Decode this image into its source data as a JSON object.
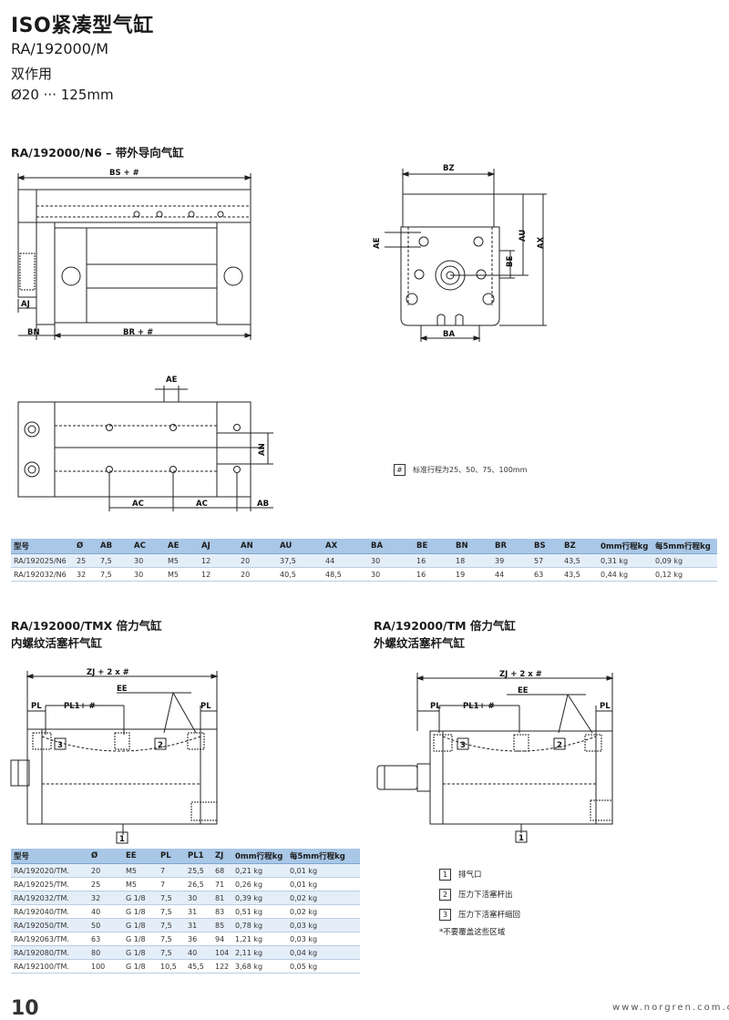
{
  "header": {
    "title": "ISO紧凑型气缸",
    "model": "RA/192000/M",
    "action": "双作用",
    "bore_range": "Ø20 ··· 125mm"
  },
  "section1": {
    "heading": "RA/192000/N6 – 带外导向气缸",
    "dims": {
      "bs": "BS + #",
      "br": "BR + #",
      "aj": "AJ",
      "bn": "BN",
      "bz": "BZ",
      "ae_side": "AE",
      "be": "BE",
      "au": "AU",
      "ax": "AX",
      "ba": "BA",
      "ae_top": "AE",
      "an": "AN",
      "ac1": "AC",
      "ac2": "AC",
      "ab": "AB"
    },
    "note_symbol": "#",
    "note_text": "标准行程为25、50、75、100mm",
    "table": {
      "headers": [
        "型号",
        "Ø",
        "AB",
        "AC",
        "AE",
        "AJ",
        "AN",
        "AU",
        "AX",
        "BA",
        "BE",
        "BN",
        "BR",
        "BS",
        "BZ",
        "0mm行程kg",
        "每5mm行程kg"
      ],
      "rows": [
        [
          "RA/192025/N6",
          "25",
          "7,5",
          "30",
          "M5",
          "12",
          "20",
          "37,5",
          "44",
          "30",
          "16",
          "18",
          "39",
          "57",
          "43,5",
          "0,31 kg",
          "0,09 kg"
        ],
        [
          "RA/192032/N6",
          "32",
          "7,5",
          "30",
          "M5",
          "12",
          "20",
          "40,5",
          "48,5",
          "30",
          "16",
          "19",
          "44",
          "63",
          "43,5",
          "0,44 kg",
          "0,12 kg"
        ]
      ]
    }
  },
  "section2": {
    "heading_line1": "RA/192000/TMX 倍力气缸",
    "heading_line2": "内螺纹活塞杆气缸",
    "dims": {
      "zj": "ZJ + 2 x #",
      "ee": "EE",
      "pl_left": "PL",
      "pl1": "PL1+ #",
      "pl_right": "PL",
      "n3": "3",
      "n2": "2",
      "n1": "1"
    },
    "table": {
      "headers": [
        "型号",
        "Ø",
        "EE",
        "PL",
        "PL1",
        "ZJ",
        "0mm行程kg",
        "每5mm行程kg"
      ],
      "rows": [
        [
          "RA/192020/TM.",
          "20",
          "M5",
          "7",
          "25,5",
          "68",
          "0,21 kg",
          "0,01 kg"
        ],
        [
          "RA/192025/TM.",
          "25",
          "M5",
          "7",
          "26,5",
          "71",
          "0,26 kg",
          "0,01 kg"
        ],
        [
          "RA/192032/TM.",
          "32",
          "G 1/8",
          "7,5",
          "30",
          "81",
          "0,39 kg",
          "0,02 kg"
        ],
        [
          "RA/192040/TM.",
          "40",
          "G 1/8",
          "7,5",
          "31",
          "83",
          "0,51 kg",
          "0,02 kg"
        ],
        [
          "RA/192050/TM.",
          "50",
          "G 1/8",
          "7,5",
          "31",
          "85",
          "0,78 kg",
          "0,03 kg"
        ],
        [
          "RA/192063/TM.",
          "63",
          "G 1/8",
          "7,5",
          "36",
          "94",
          "1,21 kg",
          "0,03 kg"
        ],
        [
          "RA/192080/TM.",
          "80",
          "G 1/8",
          "7,5",
          "40",
          "104",
          "2,11 kg",
          "0,04 kg"
        ],
        [
          "RA/192100/TM.",
          "100",
          "G 1/8",
          "10,5",
          "45,5",
          "122",
          "3,68 kg",
          "0,05 kg"
        ]
      ]
    }
  },
  "section3": {
    "heading_line1": "RA/192000/TM 倍力气缸",
    "heading_line2": "外螺纹活塞杆气缸",
    "dims": {
      "zj": "ZJ + 2 x #",
      "ee": "EE",
      "pl_left": "PL",
      "pl1": "PL1+ #",
      "pl_right": "PL",
      "n3": "3",
      "n2": "2",
      "n1": "1"
    },
    "legend": [
      {
        "num": "1",
        "text": "排气口"
      },
      {
        "num": "2",
        "text": "压力下活塞杆出"
      },
      {
        "num": "3",
        "text": "压力下活塞杆缩回"
      }
    ],
    "legend_footnote": "*不要覆盖这些区域"
  },
  "footer": {
    "page_number": "10",
    "url": "www.norgren.com.cn"
  }
}
